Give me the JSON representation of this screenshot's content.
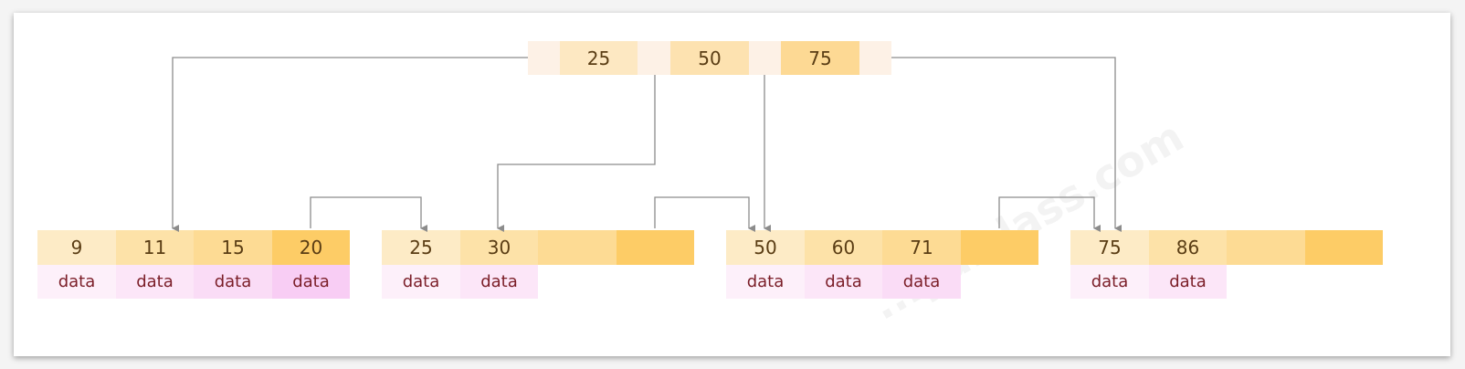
{
  "root": {
    "keys": [
      "25",
      "50",
      "75"
    ]
  },
  "leaves": [
    {
      "keys": [
        "9",
        "11",
        "15",
        "20"
      ],
      "data": [
        "data",
        "data",
        "data",
        "data"
      ]
    },
    {
      "keys": [
        "25",
        "30",
        "",
        ""
      ],
      "data": [
        "data",
        "data"
      ]
    },
    {
      "keys": [
        "50",
        "60",
        "71",
        ""
      ],
      "data": [
        "data",
        "data",
        "data"
      ]
    },
    {
      "keys": [
        "75",
        "86",
        "",
        ""
      ],
      "data": [
        "data",
        "data"
      ]
    }
  ],
  "watermark": "...ydlclass.com",
  "colors": {
    "root_pointer": "#fdf1e6",
    "root_key_1": "#fde8c2",
    "root_key_2": "#fde2b0",
    "root_key_3": "#fdd994",
    "leaf_key_1": "#fdebc6",
    "leaf_key_2": "#fde2a8",
    "leaf_key_3": "#fddb94",
    "leaf_key_4": "#fdcc66",
    "data_1": "#fdf0fa",
    "data_2": "#fce6f8",
    "data_3": "#fadcf6",
    "data_4": "#f8cdf4",
    "arrow": "#8c8c8c"
  }
}
